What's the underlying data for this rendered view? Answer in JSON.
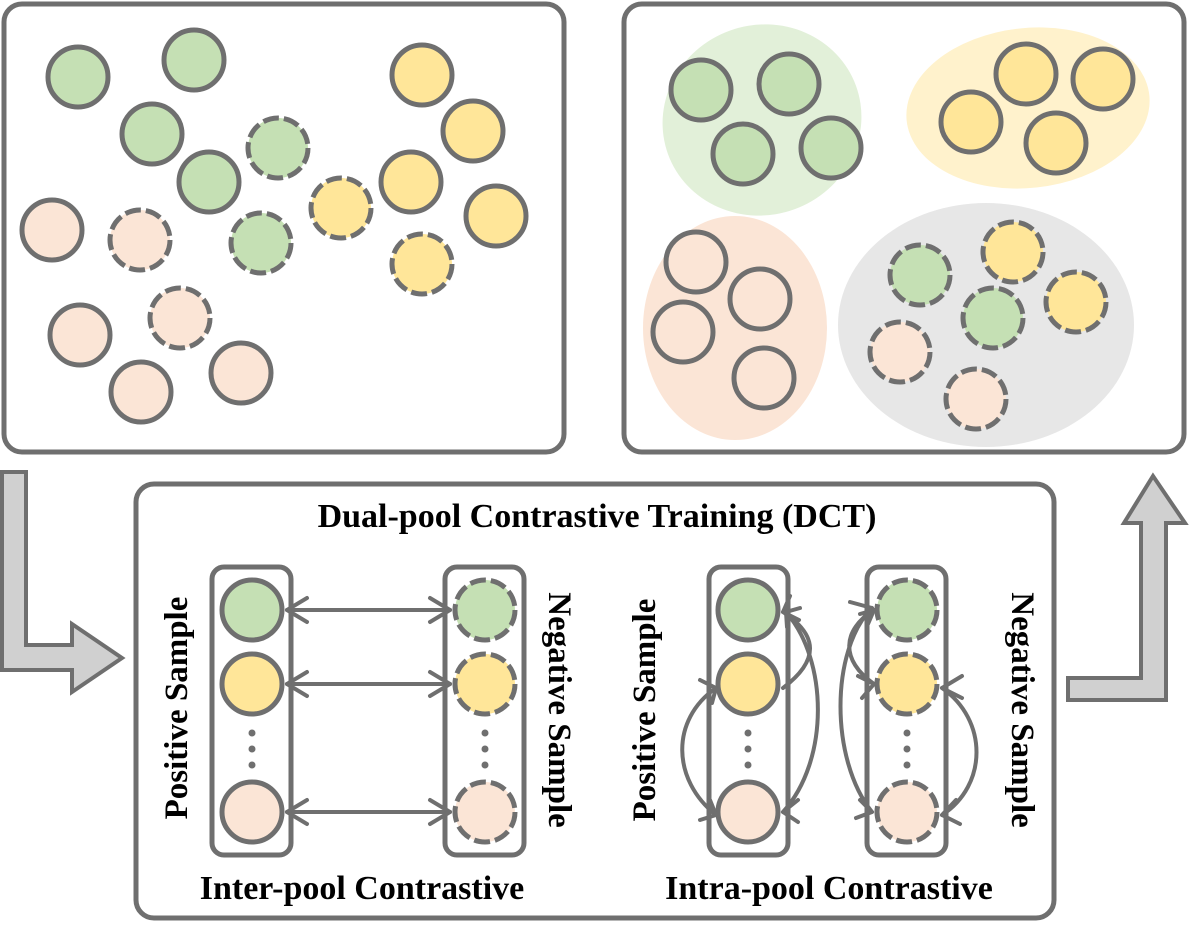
{
  "diagram": {
    "title": "Dual-pool Contrastive Training (DCT)",
    "inter_pool_label": "Inter-pool Contrastive",
    "intra_pool_label": "Intra-pool Contrastive",
    "positive_label": "Positive Sample",
    "negative_label": "Negative Sample",
    "ellipsis": "⋮"
  },
  "colors": {
    "green": "#c5e0b4",
    "yellow": "#ffe699",
    "pink": "#fbe5d6",
    "stroke": "#6f6f6f",
    "cluster_green": "#e2f0d9",
    "cluster_yellow": "#fff2cc",
    "cluster_pink": "#fbe5d6",
    "cluster_gray": "#e7e7e7",
    "arrow_fill": "#d0d0d0"
  }
}
